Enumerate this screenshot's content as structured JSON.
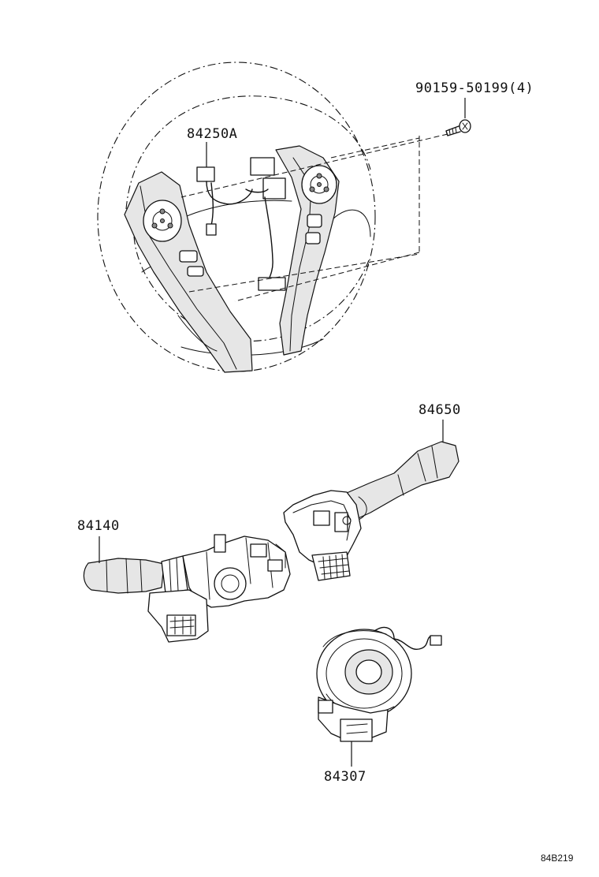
{
  "parts": {
    "screw": "90159-50199(4)",
    "steering_switch": "84250A",
    "wiper_switch": "84650",
    "headlamp_switch": "84140",
    "spiral_cable": "84307"
  },
  "figure_code": "84B219"
}
